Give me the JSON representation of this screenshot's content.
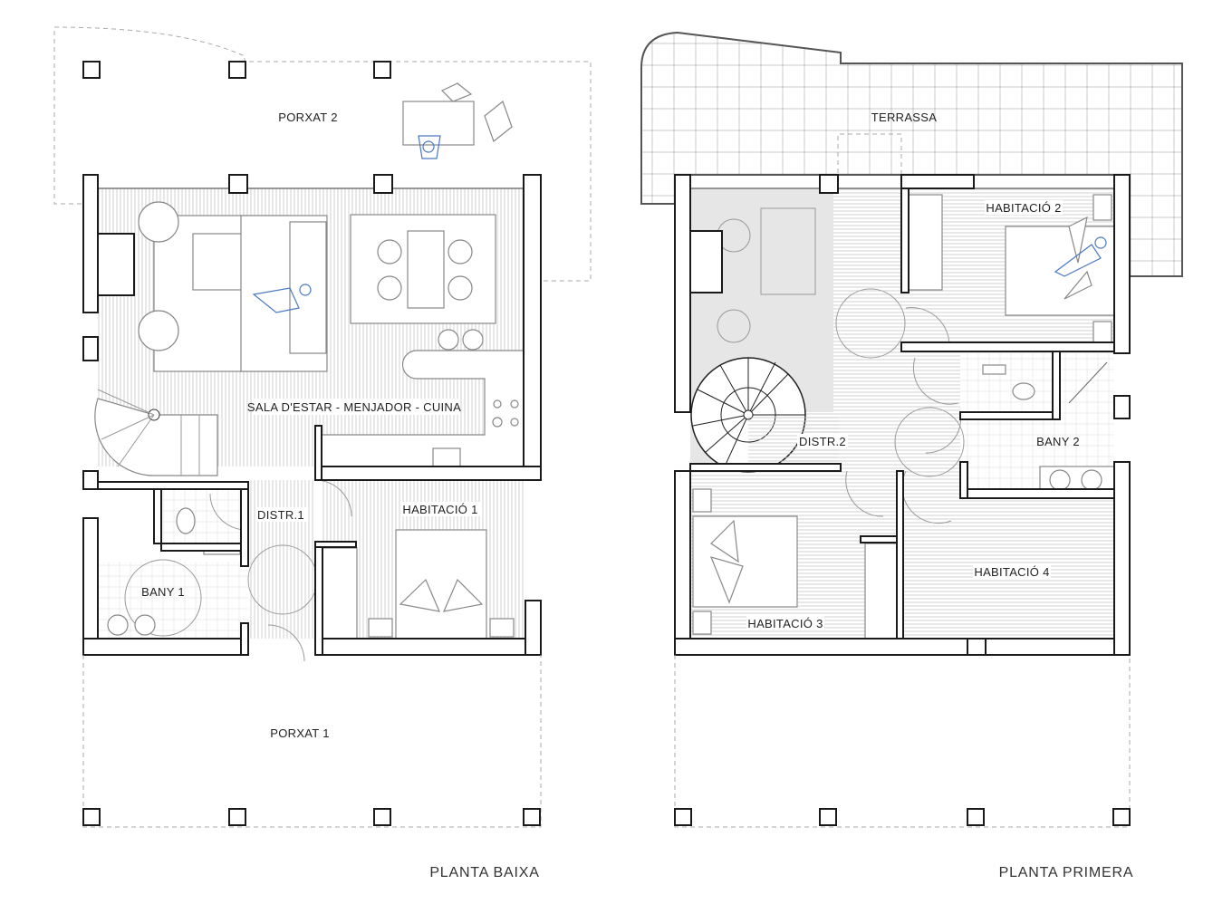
{
  "plans": [
    {
      "title": "PLANTA BAIXA",
      "rooms": {
        "porxat2": "PORXAT 2",
        "sala": "SALA D'ESTAR - MENJADOR - CUINA",
        "distr": "DISTR.1",
        "habitacio1": "HABITACIÓ 1",
        "bany1": "BANY 1",
        "porxat1": "PORXAT 1"
      }
    },
    {
      "title": "PLANTA PRIMERA",
      "rooms": {
        "terrassa": "TERRASSA",
        "habitacio2": "HABITACIÓ 2",
        "distr": "DISTR.2",
        "bany2": "BANY 2",
        "habitacio4": "HABITACIÓ 4",
        "habitacio3": "HABITACIÓ 3"
      }
    }
  ],
  "colors": {
    "wall": "#1a1a1a",
    "hatch": "#bdbdbd",
    "figure": "#4a78c2",
    "void": "#e6e6e6"
  }
}
